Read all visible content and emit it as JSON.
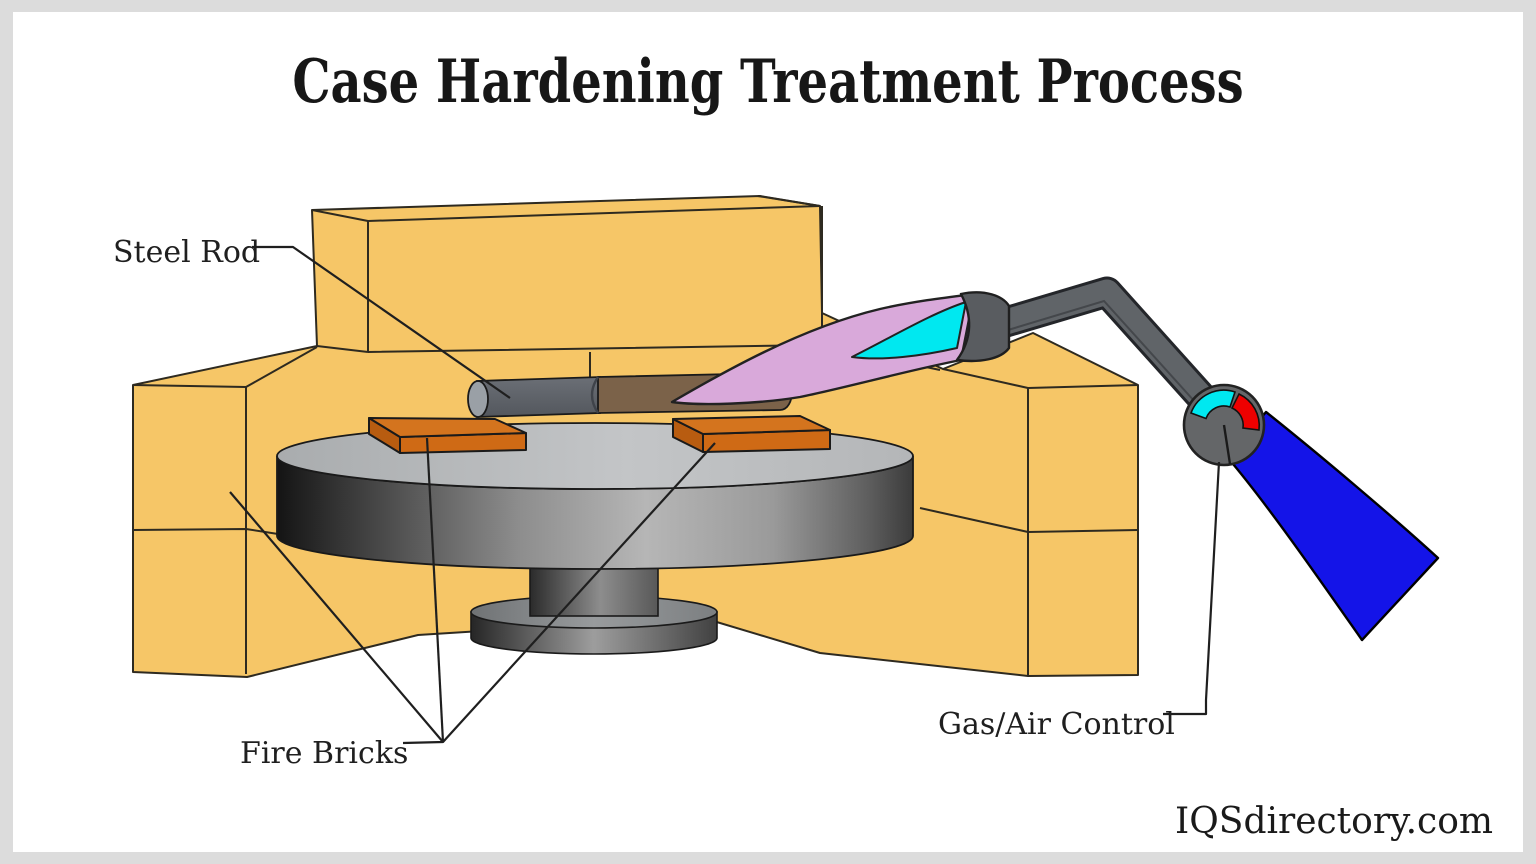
{
  "title": "Case Hardening Treatment Process",
  "watermark": "IQSdirectory.com",
  "labels": {
    "steel_rod": "Steel Rod",
    "fire_bricks": "Fire Bricks",
    "gas_air_control": "Gas/Air Control"
  },
  "diagram": {
    "type": "process-diagram",
    "subject": "Case hardening of a steel rod with a gas torch on a firebrick hearth",
    "parts": [
      "fire-brick enclosure",
      "rotating turntable with pedestal",
      "hot fire bricks supporting rod",
      "steel rod (heated section shown brown)",
      "torch flame (outer and inner cone)",
      "torch neck tube",
      "gas/air control knob with gauge",
      "torch handle"
    ]
  },
  "colors": {
    "frame_border": "#dcdcdc",
    "fire_brick_tan": "#f6c667",
    "hot_brick_orange": "#d4741e",
    "steel_gray": "#5d6167",
    "heated_brown": "#7b6249",
    "flame_outer_pink": "#d9a9da",
    "flame_inner_cyan": "#00e8f0",
    "torch_metal_gray": "#606468",
    "gauge_cyan": "#00e8f0",
    "gauge_red": "#ee0000",
    "handle_blue": "#1414e8",
    "line_color": "#1f1f1f"
  }
}
